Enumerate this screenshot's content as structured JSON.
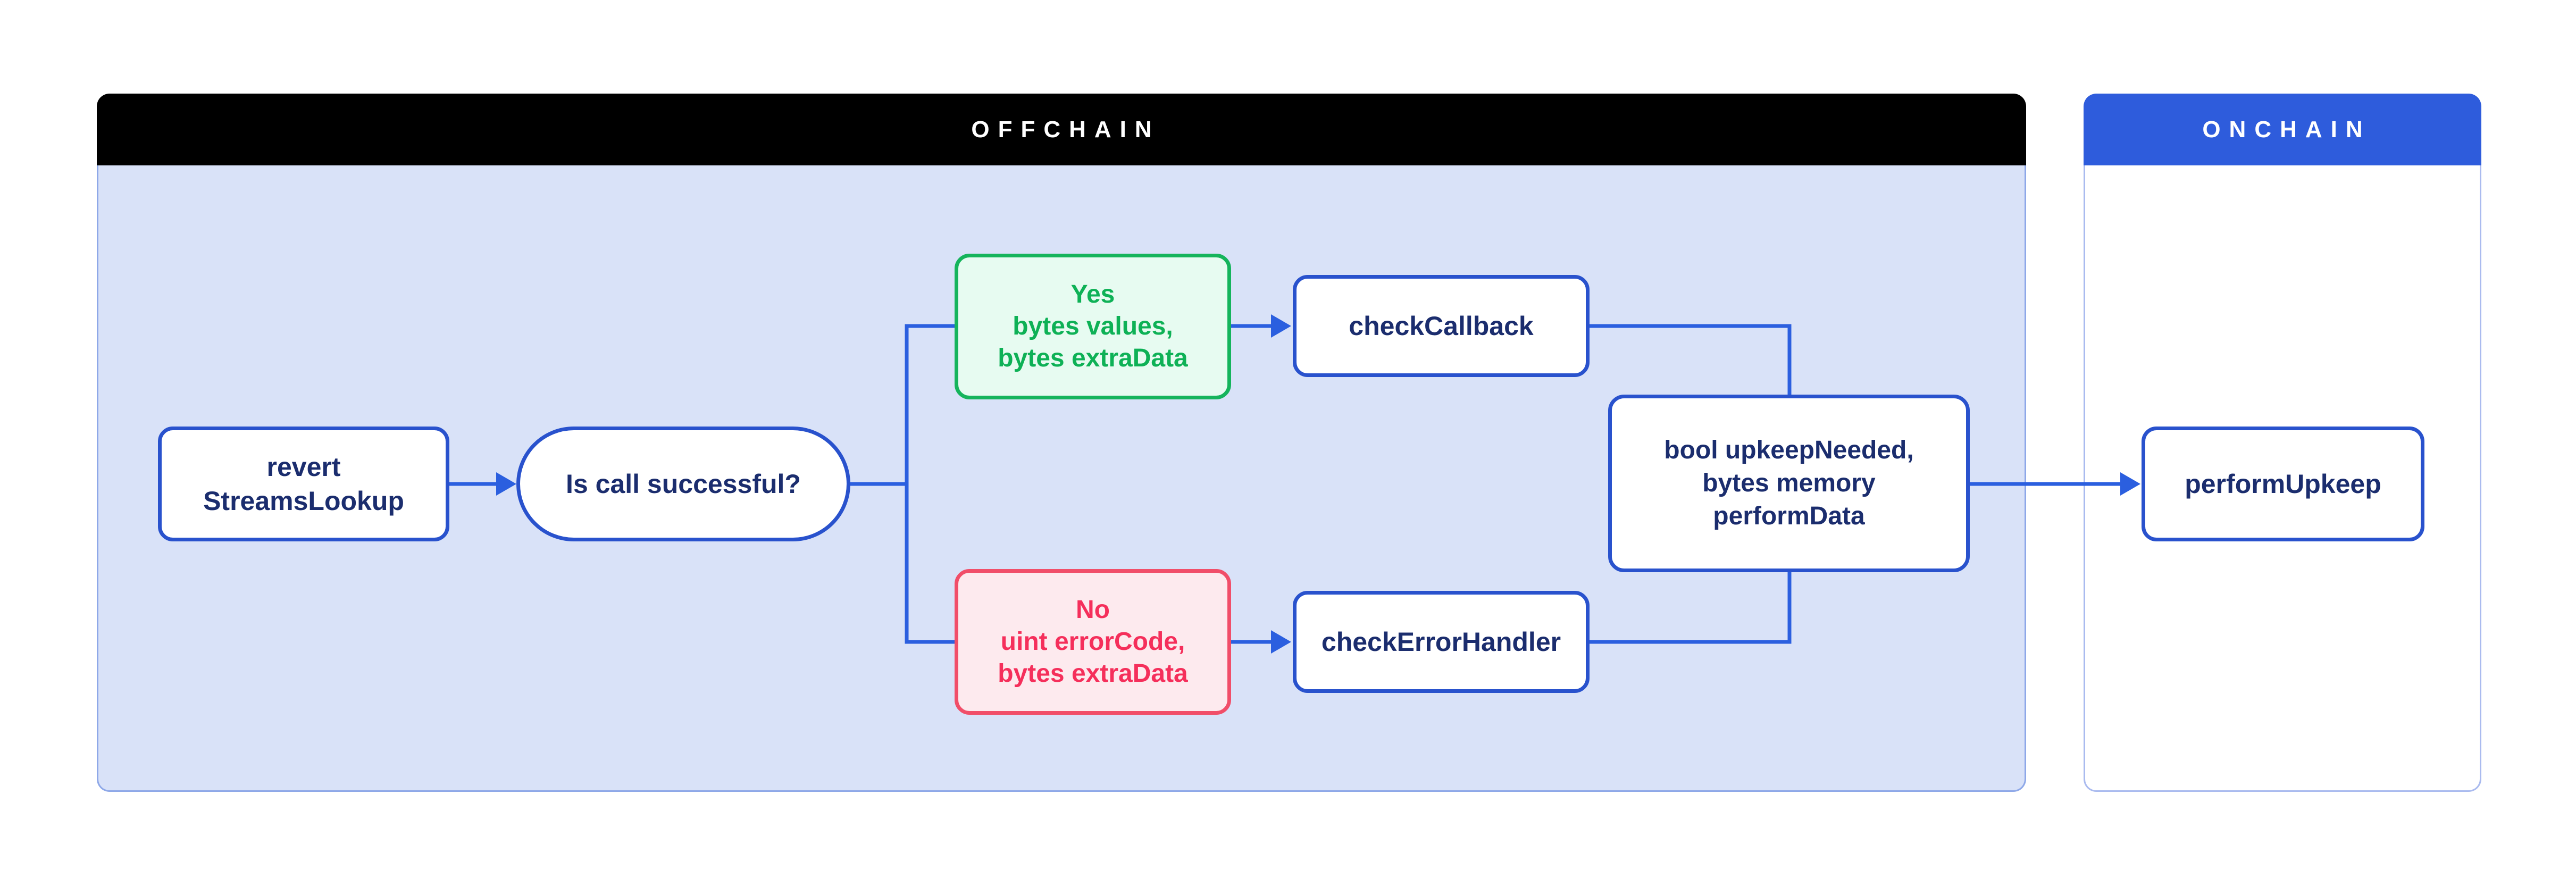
{
  "panels": {
    "offchain": {
      "title": "OFFCHAIN",
      "header_bg": "#000000",
      "header_text_color": "#ffffff",
      "body_bg": "#d9e2f8",
      "border_color": "#8ea8e8"
    },
    "onchain": {
      "title": "ONCHAIN",
      "header_bg": "#2e5cdc",
      "header_text_color": "#ffffff",
      "body_bg": "#ffffff",
      "border_color": "#aabbef"
    }
  },
  "nodes": {
    "revert": {
      "lines": [
        "revert",
        "StreamsLookup"
      ]
    },
    "decision": {
      "label": "Is call successful?"
    },
    "yes_branch": {
      "lines": [
        "Yes",
        "bytes values,",
        "bytes extraData"
      ]
    },
    "no_branch": {
      "lines": [
        "No",
        "uint errorCode,",
        "bytes extraData"
      ]
    },
    "check_callback": {
      "label": "checkCallback"
    },
    "check_error_handler": {
      "label": "checkErrorHandler"
    },
    "upkeep_result": {
      "lines": [
        "bool upkeepNeeded,",
        "bytes memory",
        "performData"
      ]
    },
    "perform_upkeep": {
      "label": "performUpkeep"
    }
  },
  "colors": {
    "connector_blue": "#2b5fdf",
    "node_border_blue": "#2952cd",
    "node_text_navy": "#1b2d6e",
    "yes_green_border": "#15b45c",
    "yes_green_bg": "#e7fbf1",
    "yes_green_text": "#0eb156",
    "no_red_border": "#f14e69",
    "no_red_bg": "#fdeaee",
    "no_red_text": "#f52f5b",
    "offchain_header_bg": "#000000",
    "onchain_header_bg": "#2e5cdc",
    "offchain_body_bg": "#d9e2f8"
  }
}
